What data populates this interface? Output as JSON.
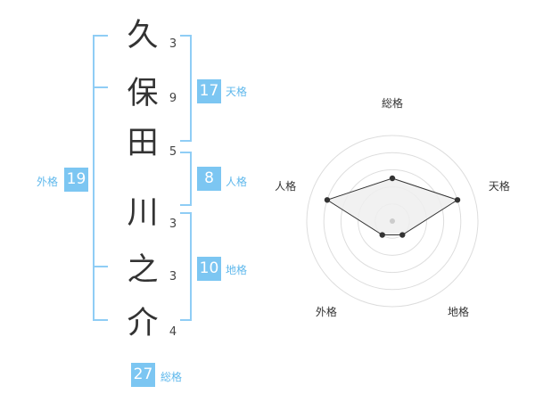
{
  "name": {
    "characters": [
      {
        "char": "久",
        "strokes": "3"
      },
      {
        "char": "保",
        "strokes": "9"
      },
      {
        "char": "田",
        "strokes": "5"
      },
      {
        "char": "川",
        "strokes": "3"
      },
      {
        "char": "之",
        "strokes": "3"
      },
      {
        "char": "介",
        "strokes": "4"
      }
    ]
  },
  "kaku": {
    "tenkaku": {
      "value": "17",
      "label": "天格"
    },
    "jinkaku": {
      "value": "8",
      "label": "人格"
    },
    "chikaku": {
      "value": "10",
      "label": "地格"
    },
    "gaikaku": {
      "value": "19",
      "label": "外格"
    },
    "soukaku": {
      "value": "27",
      "label": "総格"
    }
  },
  "chart_data": {
    "type": "radar",
    "axes": [
      "総格",
      "天格",
      "地格",
      "外格",
      "人格"
    ],
    "values": [
      2.5,
      4,
      1,
      1,
      4
    ],
    "range": [
      0,
      5
    ],
    "rings": 5
  },
  "colors": {
    "accent": "#7cc6f2",
    "bracket": "#8fcdf5",
    "fill": "#eeeeee",
    "line": "#333333"
  }
}
